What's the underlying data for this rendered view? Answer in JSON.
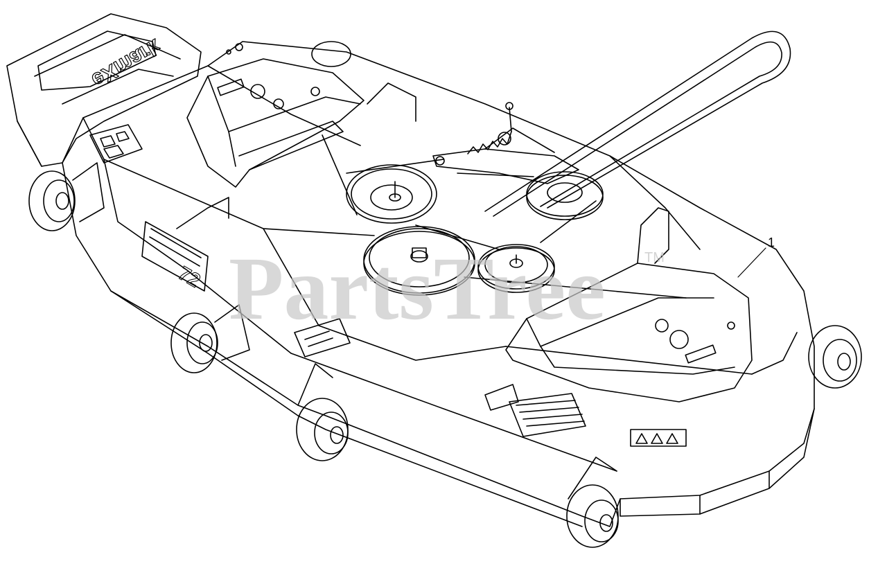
{
  "diagram": {
    "watermark": {
      "text": "PartsTree",
      "trademark": "TM",
      "color": "#c8c8c8"
    },
    "brand_logo": "eXmark",
    "deck_size_label": "72",
    "callouts": [
      {
        "label": "1"
      }
    ],
    "line_color": "#000000",
    "background": "#ffffff"
  }
}
